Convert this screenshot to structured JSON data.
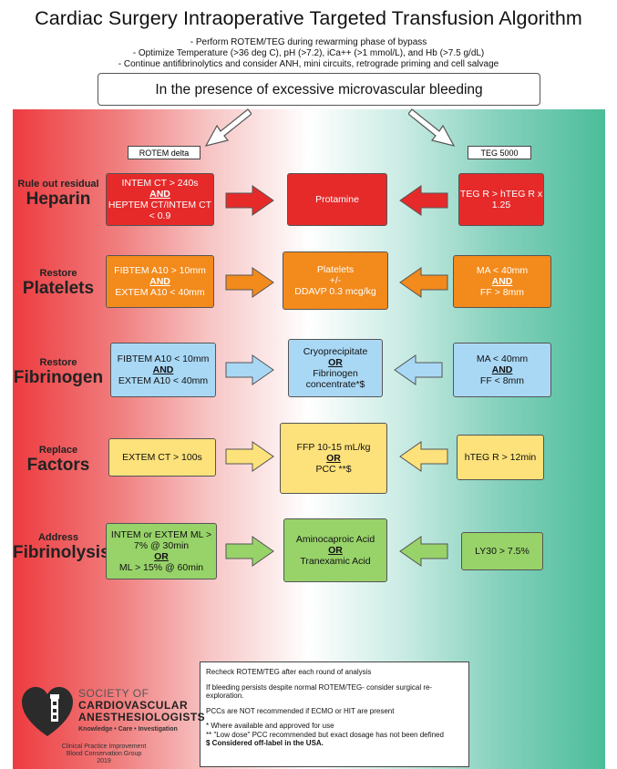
{
  "title": "Cardiac Surgery Intraoperative Targeted Transfusion Algorithm",
  "subtitles": [
    "- Perform ROTEM/TEG during rewarming phase of bypass",
    "- Optimize Temperature (>36 deg C), pH (>7.2), iCa++ (>1 mmol/L), and Hb (>7.5 g/dL)",
    "- Continue antifibrinolytics and consider ANH, mini circuits, retrograde priming and cell salvage"
  ],
  "presence": "In the presence of excessive microvascular bleeding",
  "methods": {
    "left": "ROTEM delta",
    "right": "TEG 5000"
  },
  "rows": [
    {
      "label_small": "Rule out residual",
      "label_big": "Heparin",
      "color": "#e62a2a",
      "left": [
        "INTEM CT > 240s",
        "AND",
        "HEPTEM CT/INTEM CT < 0.9"
      ],
      "center": [
        "Protamine"
      ],
      "right": [
        "TEG R > hTEG R x 1.25"
      ]
    },
    {
      "label_small": "Restore",
      "label_big": "Platelets",
      "color": "#f28a1c",
      "left": [
        "FIBTEM A10 > 10mm",
        "AND",
        "EXTEM A10 < 40mm"
      ],
      "center": [
        "Platelets",
        "+/-",
        "DDAVP 0.3 mcg/kg"
      ],
      "right": [
        "MA < 40mm",
        "AND",
        "FF > 8mm"
      ]
    },
    {
      "label_small": "Restore",
      "label_big": "Fibrinogen",
      "color": "#a9d8f5",
      "left": [
        "FIBTEM A10 < 10mm",
        "AND",
        "EXTEM A10 < 40mm"
      ],
      "center": [
        "Cryoprecipitate",
        "OR",
        "Fibrinogen concentrate*$"
      ],
      "right": [
        "MA < 40mm",
        "AND",
        "FF < 8mm"
      ]
    },
    {
      "label_small": "Replace",
      "label_big": "Factors",
      "color": "#fde17a",
      "left": [
        "EXTEM CT > 100s"
      ],
      "center": [
        "FFP 10-15 mL/kg",
        "OR",
        "PCC **$"
      ],
      "right": [
        "hTEG R > 12min"
      ]
    },
    {
      "label_small": "Address",
      "label_big": "Fibrinolysis",
      "color": "#98d36a",
      "left": [
        "INTEM or EXTEM ML > 7% @ 30min",
        "OR",
        "ML > 15% @ 60min"
      ],
      "center": [
        "Aminocaproic Acid",
        "OR",
        "Tranexamic Acid"
      ],
      "right": [
        "LY30 > 7.5%"
      ]
    }
  ],
  "notes": {
    "recheck": "Recheck ROTEM/TEG after each round of analysis",
    "persist": "If bleeding persists despite normal ROTEM/TEG- consider surgical re-exploration.",
    "pcc": "PCCs are NOT recommended if ECMO or HIT are present",
    "fn1": "* Where available and approved for use",
    "fn2": "** \"Low dose\" PCC recommended but exact dosage has not been defined",
    "fn3": "$ Considered off-label in the USA."
  },
  "society": {
    "line1": "SOCIETY OF",
    "line2": "CARDIOVASCULAR",
    "line3": "ANESTHESIOLOGISTS",
    "tagline": "Knowledge  •  Care  •  Investigation",
    "cpi1": "Clinical Practice Improvement",
    "cpi2": "Blood Conservation Group",
    "year": "2019"
  }
}
